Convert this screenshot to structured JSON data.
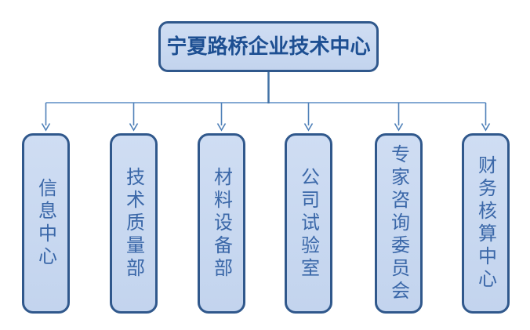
{
  "diagram": {
    "type": "org-chart",
    "root": {
      "label": "宁夏路桥企业技术中心"
    },
    "children": [
      {
        "label": "信息中心"
      },
      {
        "label": "技术质量部"
      },
      {
        "label": "材料设备部"
      },
      {
        "label": "公司试验室"
      },
      {
        "label": "专家咨询委员会"
      },
      {
        "label": "财务核算中心"
      }
    ],
    "colors": {
      "node_fill": "#c8d8f0",
      "node_border": "#30588c",
      "root_text": "#1d4f92",
      "child_text": "#3a67a8",
      "trunk_line": "#4273a6",
      "rail_line": "#84a9d3",
      "branch_line": "#4f80b8"
    }
  }
}
